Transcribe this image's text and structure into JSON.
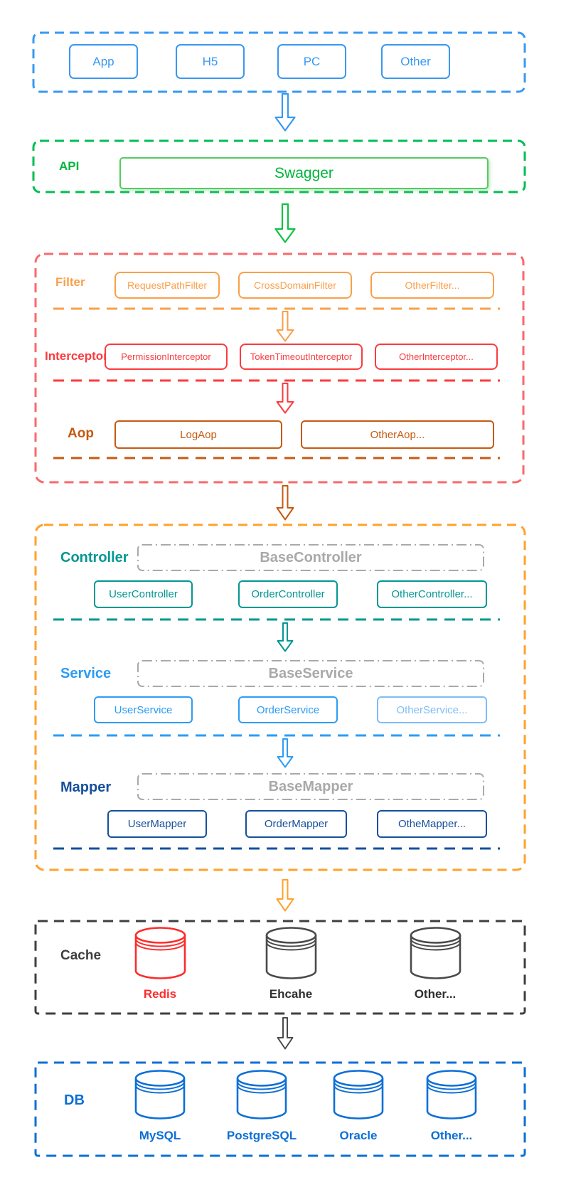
{
  "colors": {
    "client_blue": "#3898F2",
    "api_green_border": "#00BE52",
    "swagger_green": "#00B53C",
    "middleware_red_border": "#F8696B",
    "filter_orange": "#F9A049",
    "interceptor_red": "#FB3B3E",
    "aop_brown": "#C55A11",
    "application_orange_border": "#FFA12B",
    "controller_teal": "#029792",
    "service_blue": "#2D9CF4",
    "service_light_blue": "#7EBDF7",
    "mapper_navy": "#15509B",
    "base_box_gray": "#A9A9A9",
    "cache_dark": "#3F3F3F",
    "redis_red": "#FF2B2B",
    "db_blue": "#0C6FD6"
  },
  "client": {
    "items": [
      "App",
      "H5",
      "PC",
      "Other"
    ]
  },
  "api": {
    "label": "API",
    "box": "Swagger"
  },
  "middleware": {
    "filter": {
      "label": "Filter",
      "items": [
        "RequestPathFilter",
        "CrossDomainFilter",
        "OtherFilter..."
      ]
    },
    "interceptor": {
      "label": "Interceptor",
      "items": [
        "PermissionInterceptor",
        "TokenTimeoutInterceptor",
        "OtherInterceptor..."
      ]
    },
    "aop": {
      "label": "Aop",
      "items": [
        "LogAop",
        "OtherAop..."
      ]
    }
  },
  "application": {
    "controller": {
      "label": "Controller",
      "base": "BaseController",
      "items": [
        "UserController",
        "OrderController",
        "OtherController..."
      ]
    },
    "service": {
      "label": "Service",
      "base": "BaseService",
      "items": [
        "UserService",
        "OrderService",
        "OtherService..."
      ]
    },
    "mapper": {
      "label": "Mapper",
      "base": "BaseMapper",
      "items": [
        "UserMapper",
        "OrderMapper",
        "OtheMapper..."
      ]
    }
  },
  "cache": {
    "label": "Cache",
    "items": [
      "Redis",
      "Ehcahe",
      "Other..."
    ]
  },
  "db": {
    "label": "DB",
    "items": [
      "MySQL",
      "PostgreSQL",
      "Oracle",
      "Other..."
    ]
  }
}
